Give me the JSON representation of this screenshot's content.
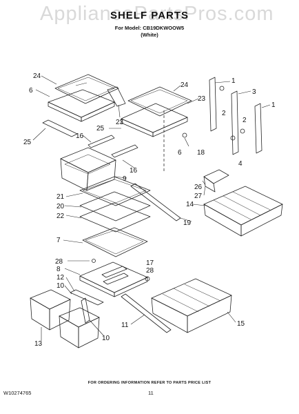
{
  "watermark": "AppliancePartsPros.com",
  "header": {
    "title": "SHELF PARTS",
    "model_line": "For Model: CB19DKWOOW5",
    "color_line": "(White)"
  },
  "callouts": [
    "24",
    "6",
    "23",
    "25",
    "16",
    "24",
    "23",
    "1",
    "2",
    "3",
    "2",
    "1",
    "6",
    "18",
    "4",
    "25",
    "16",
    "9",
    "26",
    "27",
    "21",
    "14",
    "20",
    "22",
    "19",
    "7",
    "28",
    "8",
    "17",
    "28",
    "12",
    "10",
    "11",
    "15",
    "13",
    "10"
  ],
  "footer": {
    "ordering_note": "FOR ORDERING INFORMATION REFER TO PARTS PRICE LIST",
    "doc_number": "W10274765",
    "page_number": "11"
  }
}
